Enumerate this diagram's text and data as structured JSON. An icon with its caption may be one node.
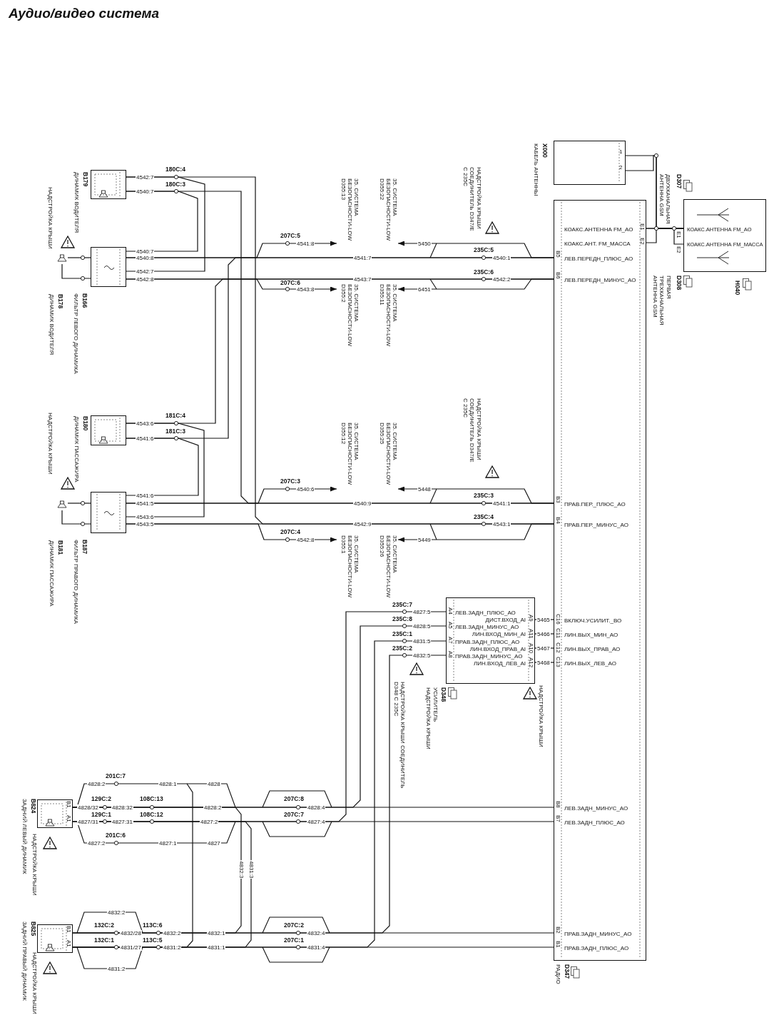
{
  "diagram": {
    "title": "Аудио/видео система",
    "nodes": [
      {
        "text": [
          "B179",
          "ДИНАМИК ВОДИТЕЛЯ"
        ]
      },
      {
        "text": [
          "B178",
          "ДИНАМИК ВОДИТЕЛЯ"
        ]
      },
      {
        "text": [
          "B166",
          "ФИЛЬТР ЛЕВОГО ДИНАМИКА"
        ]
      },
      {
        "text": [
          "X000",
          "КАБЕЛЬ АНТЕННЫ"
        ]
      },
      {
        "text": [
          "D347",
          "РАДИО",
          "КОАКС.АНТЕННА FM_AO",
          "КОАКС.АНТ. FM_МАССА",
          "ЛЕВ.ПЕРЕДН_ПЛЮС_АО",
          "ЛЕВ.ПЕРЕДН_МИНУС_АО",
          "ПРАВ.ПЕР._ПЛЮС_АО",
          "ПРАВ.ПЕР._МИНУС_АО",
          "ВКЛЮЧ.УСИЛИТ._ВО",
          "ЛИН.ВЫХ_МИН_АО",
          "ЛИН.ВЫХ_ПРАВ_АО",
          "ЛИН.ВЫХ_ЛЕВ_АО",
          "ЛЕВ.ЗАДН_МИНУС_АО",
          "ЛЕВ.ЗАДН_ПЛЮС_АО",
          "ПРАВ.ЗАДН_МИНУС_АО",
          "ПРАВ.ЗАДН_ПЛЮС_АО"
        ]
      },
      {
        "text": [
          "H040",
          "КОАКС.АНТЕННА FM_AO",
          "КОАКС.АНТЕННА FM_МАССА"
        ]
      },
      {
        "text": [
          "35. СИСТЕМА БЕЗОПАСНОСТИ-LOW D355:13"
        ]
      },
      {
        "text": [
          "35. СИСТЕМА БЕЗОПАСНОСТИ-LOW D355:22"
        ]
      },
      {
        "text": [
          "35. СИСТЕМА БЕЗОПАСНОСТИ-LOW D355:2"
        ]
      },
      {
        "text": [
          "35. СИСТЕМА БЕЗОПАСНОСТИ-LOW D355:11"
        ]
      },
      {
        "text": [
          "B180",
          "ДИНАМИК ПАССАЖИРА"
        ]
      },
      {
        "text": [
          "B181",
          "ДИНАМИК ПАССАЖИРА"
        ]
      },
      {
        "text": [
          "B187",
          "ФИЛЬТР ПРАВОГО ДИНАМИКА"
        ]
      },
      {
        "text": [
          "35. СИСТЕМА БЕЗОПАСНОСТИ-LOW D355:12"
        ]
      },
      {
        "text": [
          "35. СИСТЕМА БЕЗОПАСНОСТИ-LOW D355:25"
        ]
      },
      {
        "text": [
          "35. СИСТЕМА БЕЗОПАСНОСТИ-LOW D355:1"
        ]
      },
      {
        "text": [
          "35. СИСТЕМА БЕЗОПАСНОСТИ-LOW D355:26"
        ]
      },
      {
        "text": [
          "D348",
          "УСИЛИТЕЛЬ",
          "НАДСТРОЙКА КРЫШИ",
          "ЛЕВ.ЗАДН_ПЛЮС_АО",
          "ДИСТ.ВХОД_АI",
          "ЛЕВ.ЗАДН_МИНУС_АО",
          "ЛИН.ВХОД_МИН_АI",
          "ПРАВ.ЗАДН_ПЛЮС_АО",
          "ЛИН.ВХОД_ПРАВ_АI",
          "ПРАВ.ЗАДН_МИНУС_АО",
          "ЛИН.ВХОД_ЛЕВ_АI"
        ]
      },
      {
        "text": [
          "B824",
          "ЗАДНИЙ ЛЕВЫЙ ДИНАМИК"
        ]
      },
      {
        "text": [
          "B825",
          "ЗАДНИЙ ПРАВЫЙ ДИНАМИК"
        ]
      }
    ],
    "edges": [
      {
        "from": 0,
        "to": 2,
        "arrow": "none"
      },
      {
        "from": 0,
        "to": 2,
        "arrow": "none"
      },
      {
        "from": 0,
        "to": 4,
        "arrow": "none"
      },
      {
        "from": 0,
        "to": 4,
        "arrow": "none"
      },
      {
        "from": 1,
        "to": 2,
        "arrow": "none"
      },
      {
        "from": 1,
        "to": 2,
        "arrow": "none"
      },
      {
        "from": 2,
        "to": 4,
        "arrow": "none"
      },
      {
        "from": 2,
        "to": 4,
        "arrow": "none"
      },
      {
        "from": 10,
        "to": 4,
        "arrow": "none"
      },
      {
        "from": 10,
        "to": 4,
        "arrow": "none"
      },
      {
        "from": 10,
        "to": 12,
        "arrow": "none"
      },
      {
        "from": 10,
        "to": 12,
        "arrow": "none"
      },
      {
        "from": 11,
        "to": 12,
        "arrow": "none"
      },
      {
        "from": 11,
        "to": 12,
        "arrow": "none"
      },
      {
        "from": 12,
        "to": 4,
        "arrow": "none"
      },
      {
        "from": 12,
        "to": 4,
        "arrow": "none"
      },
      {
        "from": 3,
        "to": 5,
        "arrow": "none"
      },
      {
        "from": 3,
        "to": 5,
        "arrow": "none"
      },
      {
        "from": 4,
        "to": 5,
        "arrow": "none"
      },
      {
        "from": 4,
        "to": 5,
        "arrow": "none"
      },
      {
        "from": 5,
        "to": 4,
        "arrow": "none"
      },
      {
        "from": 2,
        "to": 6,
        "arrow": "to"
      },
      {
        "from": 4,
        "to": 7,
        "arrow": "to"
      },
      {
        "from": 2,
        "to": 8,
        "arrow": "to"
      },
      {
        "from": 4,
        "to": 9,
        "arrow": "to"
      },
      {
        "from": 12,
        "to": 13,
        "arrow": "to"
      },
      {
        "from": 4,
        "to": 14,
        "arrow": "to"
      },
      {
        "from": 12,
        "to": 15,
        "arrow": "to"
      },
      {
        "from": 4,
        "to": 16,
        "arrow": "to"
      },
      {
        "from": 17,
        "to": 4,
        "arrow": "none"
      },
      {
        "from": 17,
        "to": 4,
        "arrow": "none"
      },
      {
        "from": 17,
        "to": 4,
        "arrow": "none"
      },
      {
        "from": 17,
        "to": 4,
        "arrow": "none"
      },
      {
        "from": 17,
        "to": 18,
        "arrow": "none"
      },
      {
        "from": 17,
        "to": 18,
        "arrow": "none"
      },
      {
        "from": 17,
        "to": 19,
        "arrow": "none"
      },
      {
        "from": 17,
        "to": 19,
        "arrow": "none"
      },
      {
        "from": 4,
        "to": 18,
        "arrow": "none"
      },
      {
        "from": 4,
        "to": 18,
        "arrow": "none"
      },
      {
        "from": 4,
        "to": 19,
        "arrow": "none"
      },
      {
        "from": 4,
        "to": 19,
        "arrow": "none"
      },
      {
        "from": 18,
        "to": 19,
        "arrow": "none"
      },
      {
        "from": 18,
        "to": 19,
        "arrow": "none"
      },
      {
        "from": 18,
        "to": 19,
        "arrow": "none"
      }
    ],
    "labels": [
      "180C:4",
      "4542:7",
      "180C:3",
      "4540:7",
      "4540:7",
      "4540:8",
      "4542:7",
      "4542:8",
      "207C:5",
      "4541:8",
      "4541:7",
      "5450",
      "235C:5",
      "4540:1",
      "4543:7",
      "235C:6",
      "4542:2",
      "207C:6",
      "4543:8",
      "6451",
      "1",
      "2",
      "E1",
      "E2",
      "B5",
      "B6",
      "D307",
      "ДВУХКАНАЛЬНАЯ АНТЕННА GSM",
      "E1",
      "E2",
      "D308",
      "ПЕРВАЯ ТРЕХКАНАЛЬНАЯ АНТЕННА GSM",
      "НАДСТРОЙКА КРЫШИ",
      "НАДСТРОЙКА КРЫШИ СОЕДИНИТЕЛЬ D347/E С 235C",
      "181C:4",
      "4543:6",
      "181C:3",
      "4541:6",
      "4541:6",
      "4541:5",
      "4543:6",
      "4543:5",
      "207C:3",
      "4540:6",
      "4540:9",
      "5448",
      "235C:3",
      "4541:1",
      "4542:9",
      "235C:4",
      "4543:1",
      "207C:4",
      "4542:8",
      "5449",
      "НАДСТРОЙКА КРЫШИ",
      "НАДСТРОЙКА КРЫШИ СОЕДИНИТЕЛЬ D347/E С 235C",
      "B3",
      "B4",
      "235C:7",
      "4827:5",
      "235C:8",
      "4828:5",
      "235C:1",
      "4831:5",
      "235C:2",
      "4832:5",
      "5465",
      "5466",
      "5467",
      "5468",
      "A4",
      "A5",
      "A7",
      "A8",
      "A9",
      "A11",
      "A10",
      "A12",
      "C16",
      "C11",
      "C12",
      "C13",
      "НАДСТРОЙКА КРЫШИ СОЕДИНИТЕЛЬ D348 С 235C",
      "НАДСТРОЙКА КРЫШИ",
      "201C:7",
      "4828:2",
      "4828:1",
      "4828",
      "129C:2",
      "108C:13",
      "4828/32",
      "4828:32",
      "4828:2",
      "129C:1",
      "108C:12",
      "4827/31",
      "4827:31",
      "4827:2",
      "201C:6",
      "4827:2",
      "4827:1",
      "4827",
      "207C:8",
      "4828:4",
      "207C:7",
      "4827:4",
      "4832:3",
      "4831:3",
      "B1",
      "A1",
      "B8",
      "B7",
      "НАДСТРОЙКА КРЫШИ",
      "4832:2",
      "132C:2",
      "113C:6",
      "4832/28",
      "4832:2",
      "4832:1",
      "132C:1",
      "113C:5",
      "4831/27",
      "4831:2",
      "4831:1",
      "4831:2",
      "207C:2",
      "4832:4",
      "207C:1",
      "4831:4",
      "B1",
      "A1",
      "B2",
      "B1",
      "НАДСТРОЙКА КРЫШИ"
    ]
  }
}
